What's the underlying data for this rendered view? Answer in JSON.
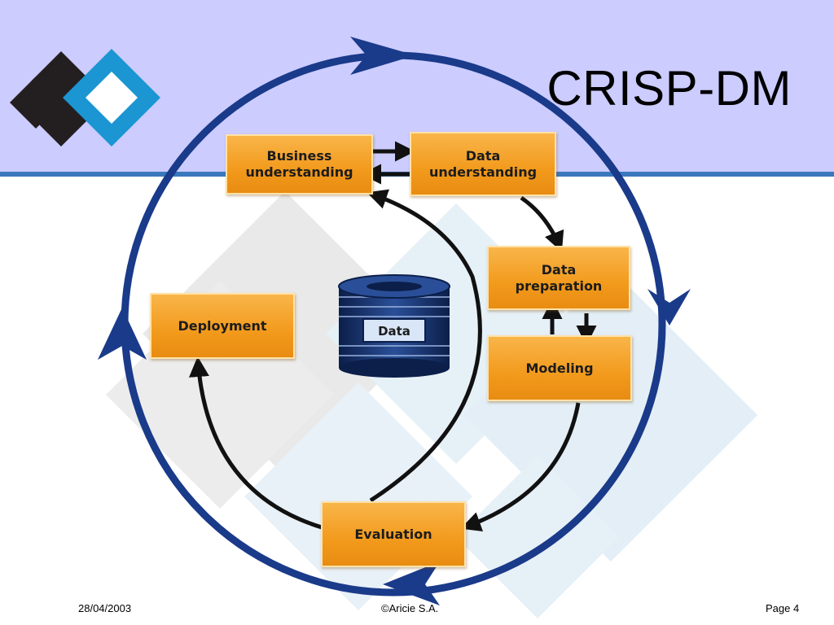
{
  "slide": {
    "title": "CRISP-DM",
    "colors": {
      "header_band": "#ccccff",
      "header_rule": "#3a78bd",
      "cycle_arrow": "#1a3a8a",
      "phase_box": "#f29a1c",
      "logo_dark": "#231f20",
      "logo_blue": "#1b96d2"
    }
  },
  "diagram": {
    "phases": [
      {
        "id": "business-understanding",
        "label": "Business\nunderstanding"
      },
      {
        "id": "data-understanding",
        "label": "Data\nunderstanding"
      },
      {
        "id": "data-preparation",
        "label": "Data\npreparation"
      },
      {
        "id": "modeling",
        "label": "Modeling"
      },
      {
        "id": "evaluation",
        "label": "Evaluation"
      },
      {
        "id": "deployment",
        "label": "Deployment"
      }
    ],
    "data_store_label": "Data",
    "links": [
      {
        "from": "business-understanding",
        "to": "data-understanding"
      },
      {
        "from": "data-understanding",
        "to": "business-understanding"
      },
      {
        "from": "data-understanding",
        "to": "data-preparation"
      },
      {
        "from": "data-preparation",
        "to": "modeling"
      },
      {
        "from": "modeling",
        "to": "data-preparation"
      },
      {
        "from": "modeling",
        "to": "evaluation"
      },
      {
        "from": "evaluation",
        "to": "business-understanding"
      },
      {
        "from": "evaluation",
        "to": "deployment"
      }
    ],
    "outer_cycle": "clockwise"
  },
  "footer": {
    "date": "28/04/2003",
    "copyright": "©Aricie S.A.",
    "page": "Page 4"
  }
}
